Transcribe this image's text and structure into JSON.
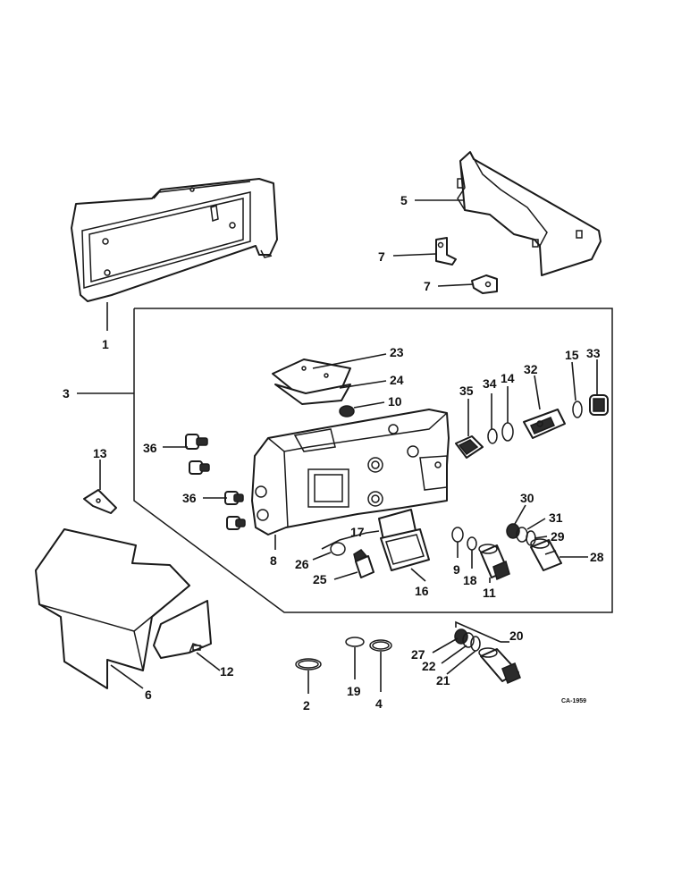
{
  "callouts": {
    "c1": "1",
    "c2": "2",
    "c3": "3",
    "c4": "4",
    "c5": "5",
    "c6": "6",
    "c7a": "7",
    "c7b": "7",
    "c8": "8",
    "c9": "9",
    "c10": "10",
    "c11": "11",
    "c12": "12",
    "c13": "13",
    "c14": "14",
    "c15": "15",
    "c16": "16",
    "c17": "17",
    "c18": "18",
    "c19": "19",
    "c20": "20",
    "c21": "21",
    "c22": "22",
    "c23": "23",
    "c24": "24",
    "c25": "25",
    "c26": "26",
    "c27": "27",
    "c28": "28",
    "c29": "29",
    "c30": "30",
    "c31": "31",
    "c32": "32",
    "c33": "33",
    "c34": "34",
    "c35": "35",
    "c36a": "36",
    "c36b": "36"
  },
  "drawing_code": "CA-1959"
}
